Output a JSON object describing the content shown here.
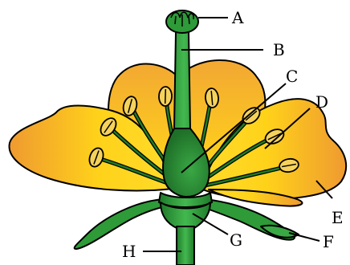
{
  "labels": {
    "A": "A",
    "B": "B",
    "C": "C",
    "D": "D",
    "E": "E",
    "F": "F",
    "G": "G",
    "H": "H"
  },
  "colors": {
    "petal_light": "#ffd21a",
    "petal_dark": "#f0a030",
    "green_dark": "#1f7a2a",
    "green_mid": "#2e9a38",
    "green_light": "#4cc45a",
    "anther": "#f5d25a",
    "outline": "#000000"
  }
}
